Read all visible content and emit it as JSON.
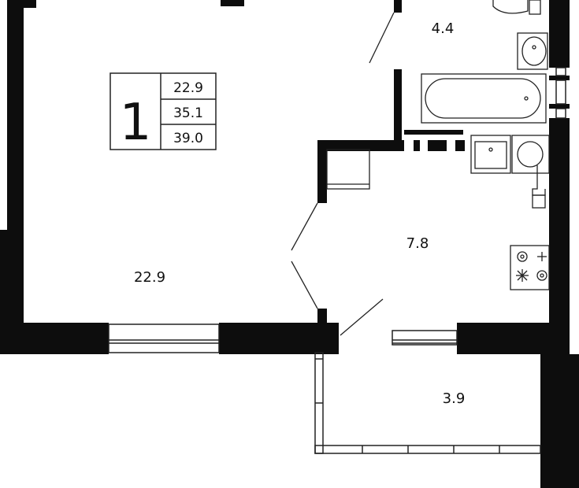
{
  "room_count": "1",
  "areas_table": [
    "22.9",
    "35.1",
    "39.0"
  ],
  "room_labels": {
    "living_room": "22.9",
    "bathroom": "4.4",
    "kitchen": "7.8",
    "balcony": "3.9"
  },
  "colors": {
    "wall": "#0d0d0d",
    "line": "#222222",
    "background": "#ffffff"
  }
}
